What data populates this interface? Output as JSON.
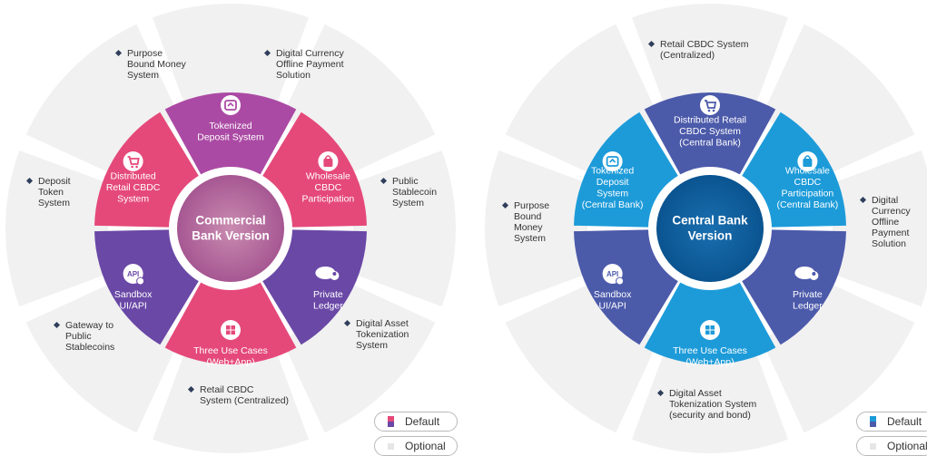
{
  "colors": {
    "outer_gray": "#f1f1f1",
    "pink_purple": "#ab4aa4",
    "pink": "#e5497a",
    "violet": "#6a48a6",
    "blue_dark": "#4c5aaa",
    "blue_light": "#1d9bd9",
    "blue_center": "#0c5f9c",
    "center_pink": "#b86a9e",
    "text_dark": "#333333",
    "bullet": "#2f3e5b"
  },
  "left_diagram": {
    "outer_labels": [
      "Purpose\nBound Money\nSystem",
      "Digital Currency\nOffline Payment\nSolution",
      "Public\nStablecoin\nSystem",
      "Digital Asset\nTokenization\nSystem",
      "Retail CBDC\nSystem (Centralized)",
      "Gateway to\nPublic\nStablecoins",
      "Deposit\nToken\nSystem"
    ],
    "inner_segments": [
      {
        "label": "Tokenized\nDeposit System",
        "icon": "tokenized-icon",
        "color": "pink_purple"
      },
      {
        "label": "Wholesale\nCBDC\nParticipation",
        "icon": "bag-icon",
        "color": "pink"
      },
      {
        "label": "Private\nLedger",
        "icon": "ledger-icon",
        "color": "violet"
      },
      {
        "label": "Three Use Cases\n(Web+App)",
        "icon": "grid-icon",
        "color": "pink"
      },
      {
        "label": "Sandbox\nUI/API",
        "icon": "api-icon",
        "color": "violet"
      },
      {
        "label": "Distributed\nRetail CBDC\nSystem",
        "icon": "cart-icon",
        "color": "pink"
      }
    ],
    "center_label": "Commercial\nBank Version"
  },
  "right_diagram": {
    "outer_labels": [
      "Retail CBDC System\n(Centralized)",
      "Digital\nCurrency\nOffline\nPayment\nSolution",
      "Digital Asset\nTokenization System\n(security and bond)",
      "Purpose\nBound\nMoney\nSystem"
    ],
    "inner_segments": [
      {
        "label": "Distributed Retail\nCBDC System\n(Central Bank)",
        "icon": "cart-icon",
        "color": "blue_dark"
      },
      {
        "label": "Wholesale\nCBDC\nParticipation\n(Central Bank)",
        "icon": "bag-icon",
        "color": "blue_light"
      },
      {
        "label": "Private\nLedger",
        "icon": "ledger-icon",
        "color": "blue_dark"
      },
      {
        "label": "Three Use Cases\n(Web+App)",
        "icon": "grid-icon",
        "color": "blue_light"
      },
      {
        "label": "Sandbox\nUI/API",
        "icon": "api-icon",
        "color": "blue_dark"
      },
      {
        "label": "Tokenized\nDeposit\nSystem\n(Central Bank)",
        "icon": "tokenized-icon",
        "color": "blue_light"
      }
    ],
    "center_label": "Central Bank\nVersion"
  },
  "legend": {
    "default_label": "Default",
    "optional_label": "Optional"
  }
}
